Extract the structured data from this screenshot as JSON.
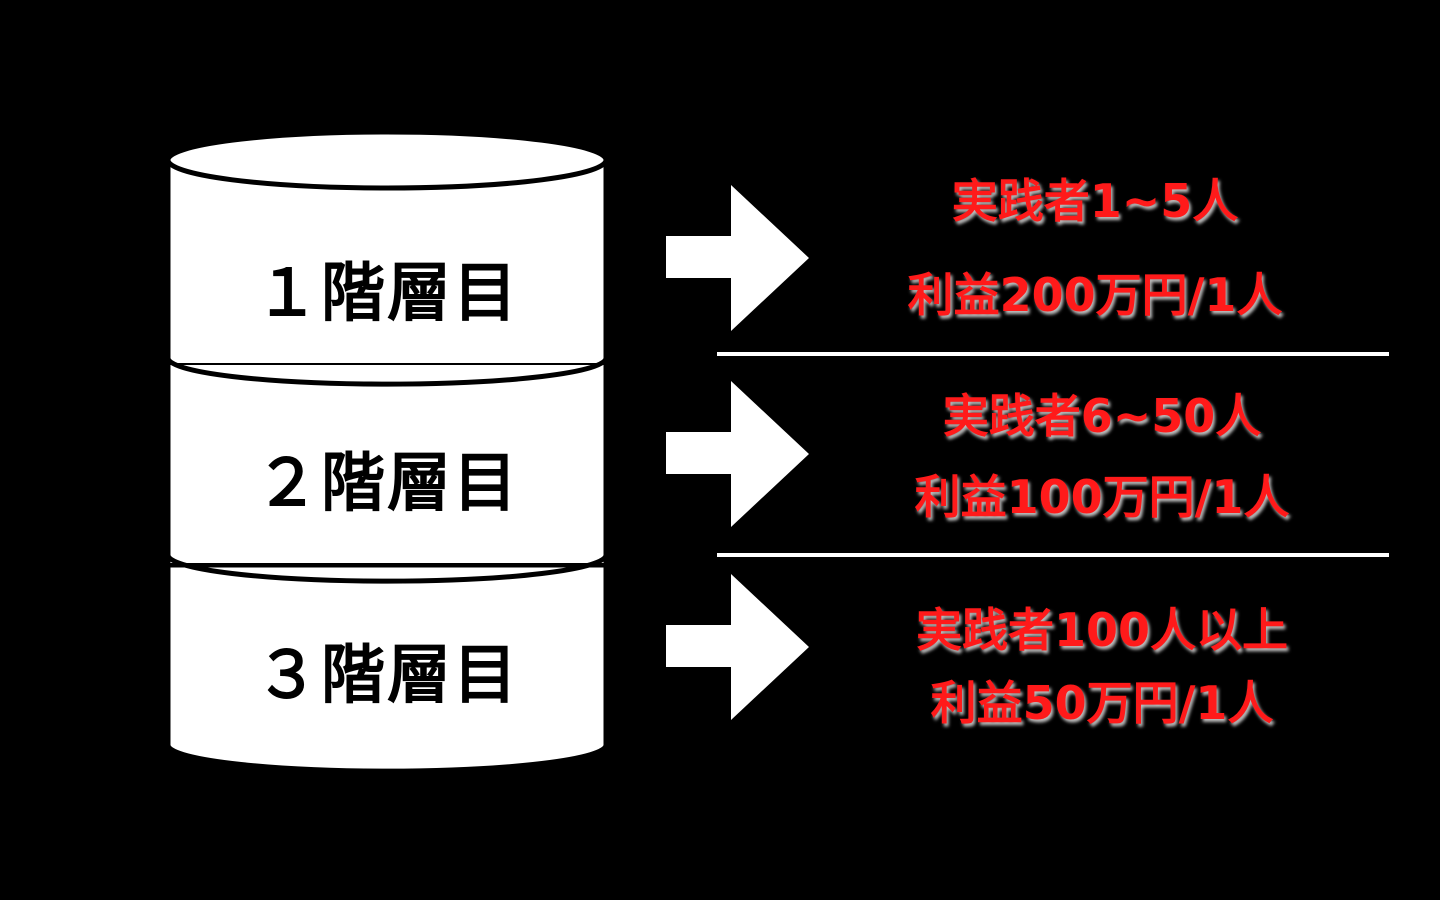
{
  "colors": {
    "background": "#000000",
    "shape_fill": "#ffffff",
    "outline": "#000000",
    "tier_text": "#000000",
    "info_text": "#ff1a1a"
  },
  "tiers": [
    {
      "label": "１階層目",
      "lines": [
        "実践者1~5人",
        "利益200万円/1人"
      ]
    },
    {
      "label": "２階層目",
      "lines": [
        "実践者6~50人",
        "利益100万円/1人"
      ]
    },
    {
      "label": "３階層目",
      "lines": [
        "実践者100人以上",
        "利益50万円/1人"
      ]
    }
  ]
}
